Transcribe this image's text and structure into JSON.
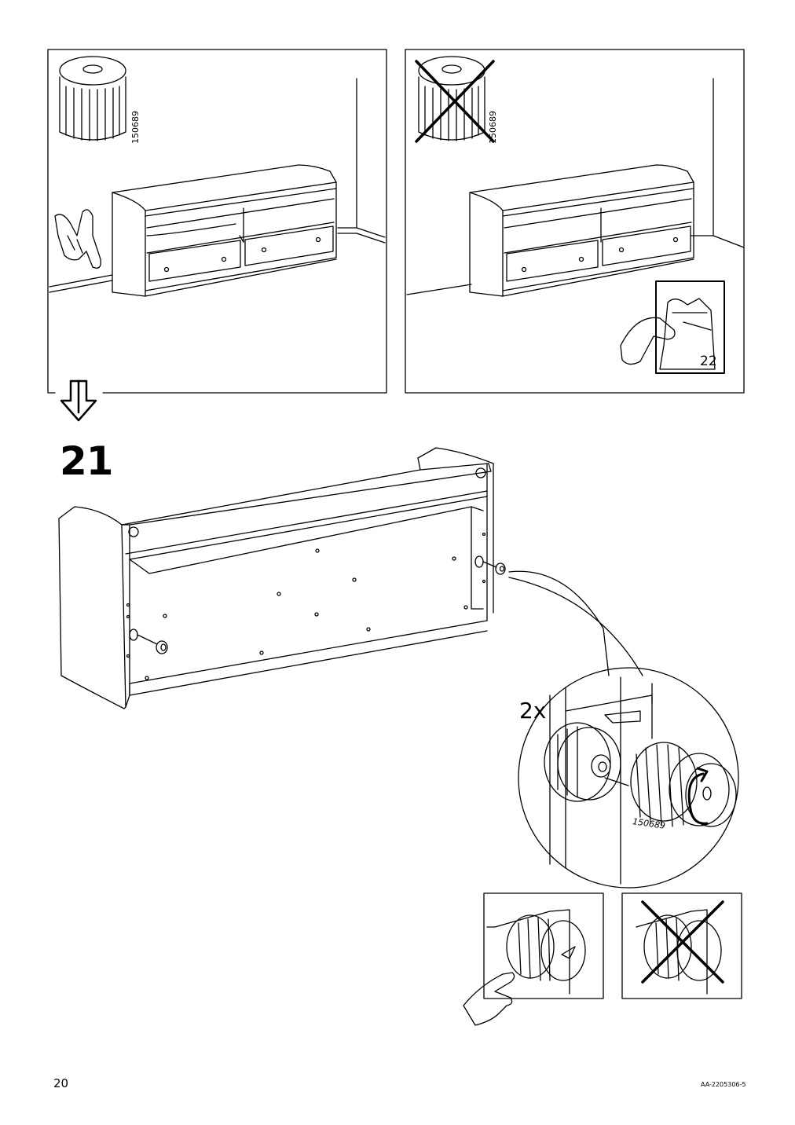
{
  "step": {
    "number": "21"
  },
  "part": {
    "id": "150689"
  },
  "quantity": "2x",
  "reference_page": "22",
  "footer": {
    "page_number": "20",
    "doc_code": "AA-2205306-5"
  },
  "icons": [
    "cylinder-part-icon",
    "pointing-hand-icon",
    "page-turn-icon",
    "cross-out-icon",
    "rotation-arrow-icon",
    "step-arrow-icon"
  ]
}
